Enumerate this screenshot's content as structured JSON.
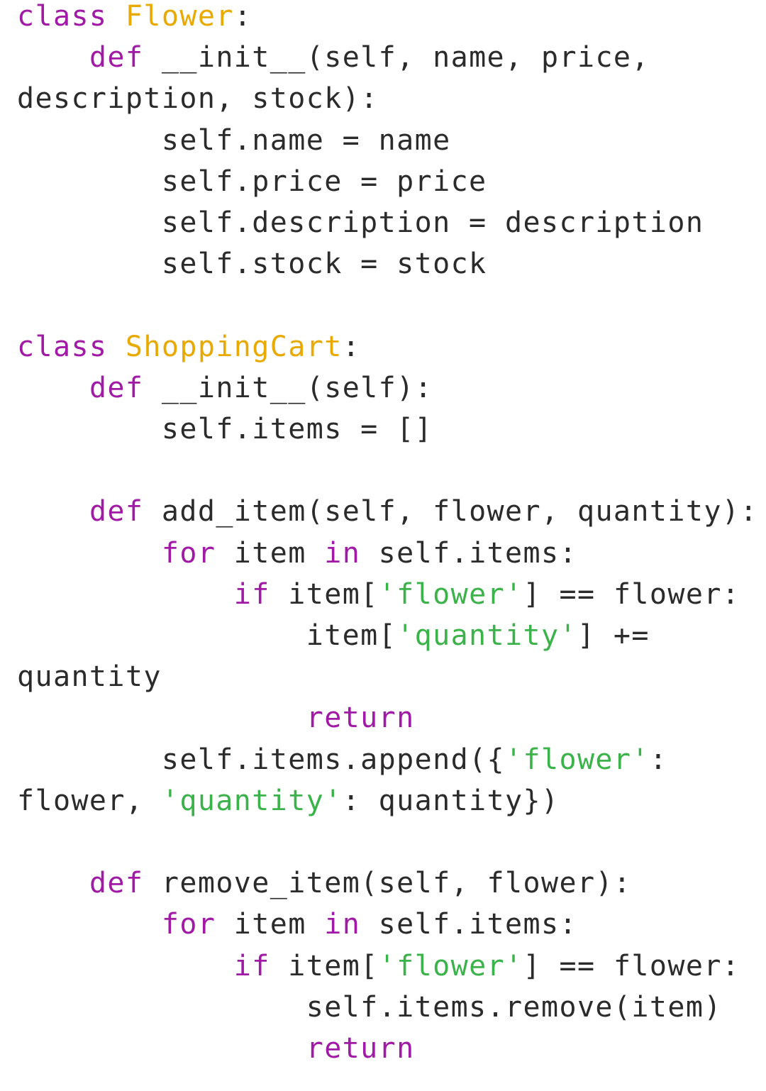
{
  "palette": {
    "background": "#ffffff",
    "plain_text": "#2b2b2b",
    "keyword": "#a01aa6",
    "class_name": "#e8a900",
    "string": "#3bb34a"
  },
  "lines": [
    [
      {
        "t": "class",
        "k": "kw"
      },
      {
        "t": " ",
        "k": "plain"
      },
      {
        "t": "Flower",
        "k": "cls"
      },
      {
        "t": ":",
        "k": "plain"
      }
    ],
    [
      {
        "t": "    ",
        "k": "plain"
      },
      {
        "t": "def",
        "k": "kw"
      },
      {
        "t": " __init__(self, name, price,",
        "k": "plain"
      }
    ],
    [
      {
        "t": "description, stock):",
        "k": "plain"
      }
    ],
    [
      {
        "t": "        self.name = name",
        "k": "plain"
      }
    ],
    [
      {
        "t": "        self.price = price",
        "k": "plain"
      }
    ],
    [
      {
        "t": "        self.description = description",
        "k": "plain"
      }
    ],
    [
      {
        "t": "        self.stock = stock",
        "k": "plain"
      }
    ],
    [],
    [
      {
        "t": "class",
        "k": "kw"
      },
      {
        "t": " ",
        "k": "plain"
      },
      {
        "t": "ShoppingCart",
        "k": "cls"
      },
      {
        "t": ":",
        "k": "plain"
      }
    ],
    [
      {
        "t": "    ",
        "k": "plain"
      },
      {
        "t": "def",
        "k": "kw"
      },
      {
        "t": " __init__(self):",
        "k": "plain"
      }
    ],
    [
      {
        "t": "        self.items = []",
        "k": "plain"
      }
    ],
    [],
    [
      {
        "t": "    ",
        "k": "plain"
      },
      {
        "t": "def",
        "k": "kw"
      },
      {
        "t": " add_item(self, flower, quantity):",
        "k": "plain"
      }
    ],
    [
      {
        "t": "        ",
        "k": "plain"
      },
      {
        "t": "for",
        "k": "kw"
      },
      {
        "t": " item ",
        "k": "plain"
      },
      {
        "t": "in",
        "k": "kw"
      },
      {
        "t": " self.items:",
        "k": "plain"
      }
    ],
    [
      {
        "t": "            ",
        "k": "plain"
      },
      {
        "t": "if",
        "k": "kw"
      },
      {
        "t": " item[",
        "k": "plain"
      },
      {
        "t": "'flower'",
        "k": "str"
      },
      {
        "t": "] == flower:",
        "k": "plain"
      }
    ],
    [
      {
        "t": "                item[",
        "k": "plain"
      },
      {
        "t": "'quantity'",
        "k": "str"
      },
      {
        "t": "] +=",
        "k": "plain"
      }
    ],
    [
      {
        "t": "quantity",
        "k": "plain"
      }
    ],
    [
      {
        "t": "                ",
        "k": "plain"
      },
      {
        "t": "return",
        "k": "kw"
      }
    ],
    [
      {
        "t": "        self.items.append({",
        "k": "plain"
      },
      {
        "t": "'flower'",
        "k": "str"
      },
      {
        "t": ":",
        "k": "plain"
      }
    ],
    [
      {
        "t": "flower, ",
        "k": "plain"
      },
      {
        "t": "'quantity'",
        "k": "str"
      },
      {
        "t": ": quantity})",
        "k": "plain"
      }
    ],
    [],
    [
      {
        "t": "    ",
        "k": "plain"
      },
      {
        "t": "def",
        "k": "kw"
      },
      {
        "t": " remove_item(self, flower):",
        "k": "plain"
      }
    ],
    [
      {
        "t": "        ",
        "k": "plain"
      },
      {
        "t": "for",
        "k": "kw"
      },
      {
        "t": " item ",
        "k": "plain"
      },
      {
        "t": "in",
        "k": "kw"
      },
      {
        "t": " self.items:",
        "k": "plain"
      }
    ],
    [
      {
        "t": "            ",
        "k": "plain"
      },
      {
        "t": "if",
        "k": "kw"
      },
      {
        "t": " item[",
        "k": "plain"
      },
      {
        "t": "'flower'",
        "k": "str"
      },
      {
        "t": "] == flower:",
        "k": "plain"
      }
    ],
    [
      {
        "t": "                self.items.remove(item)",
        "k": "plain"
      }
    ],
    [
      {
        "t": "                ",
        "k": "plain"
      },
      {
        "t": "return",
        "k": "kw"
      }
    ]
  ]
}
